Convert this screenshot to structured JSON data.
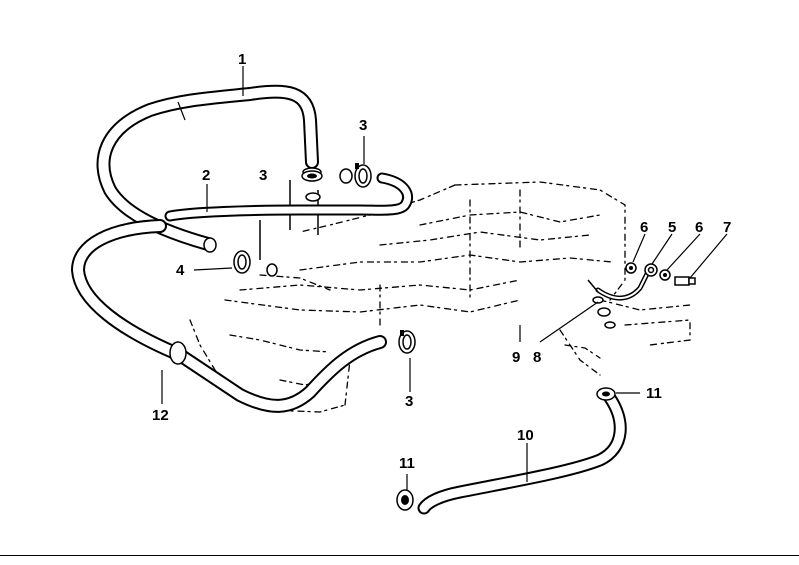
{
  "callouts": {
    "c1": "1",
    "c2": "2",
    "c3a": "3",
    "c3b": "3",
    "c3c": "3",
    "c4": "4",
    "c5": "5",
    "c6a": "6",
    "c6b": "6",
    "c7": "7",
    "c8": "8",
    "c9": "9",
    "c10": "10",
    "c11a": "11",
    "c11b": "11",
    "c12": "12"
  },
  "colors": {
    "ink": "#000000",
    "paper": "#ffffff"
  }
}
